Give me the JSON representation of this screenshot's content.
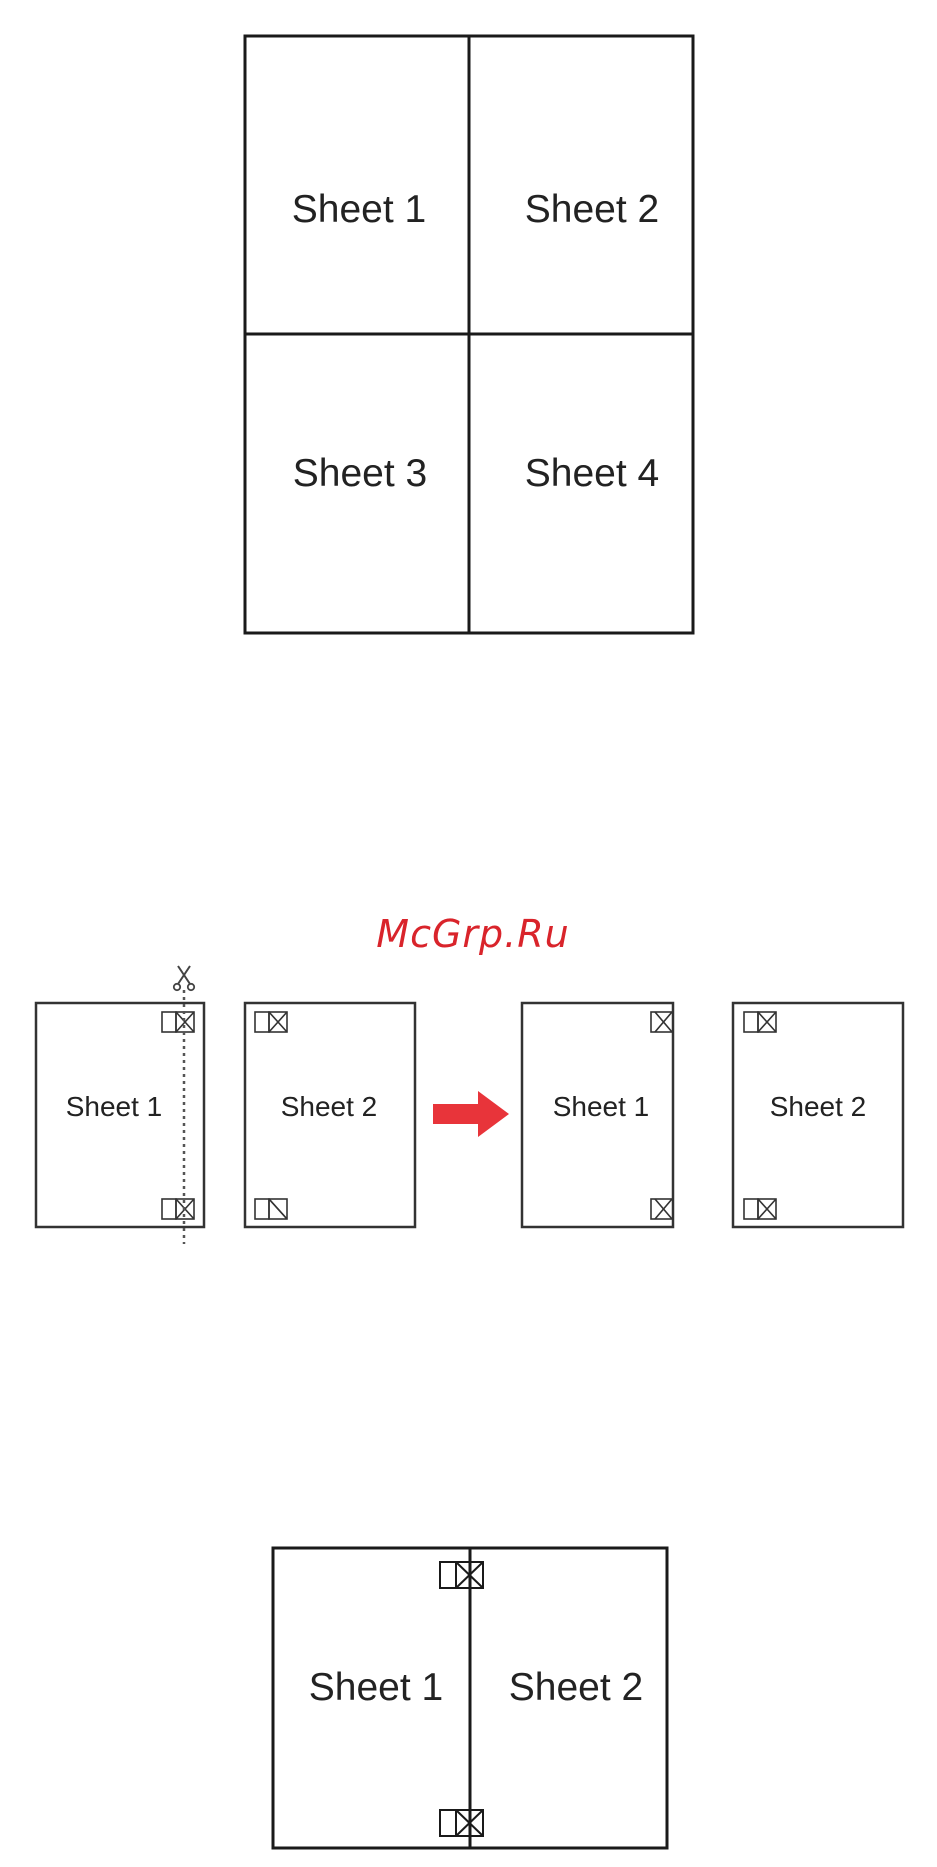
{
  "grid_diagram": {
    "sheets": [
      "Sheet 1",
      "Sheet 2",
      "Sheet 3",
      "Sheet 4"
    ]
  },
  "watermark": "McGrp.Ru",
  "cut_step": {
    "before": {
      "left": "Sheet 1",
      "right": "Sheet 2"
    },
    "after": {
      "left": "Sheet 1",
      "right": "Sheet 2"
    },
    "icons": [
      "scissors-icon",
      "right-arrow-icon",
      "alignment-mark-icon"
    ],
    "arrow_color": "#e8343a"
  },
  "joined_diagram": {
    "left": "Sheet 1",
    "right": "Sheet 2"
  }
}
